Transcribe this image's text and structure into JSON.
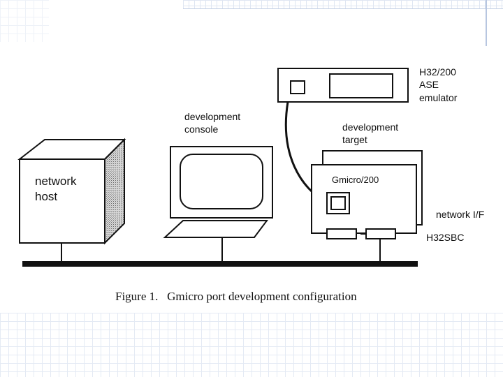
{
  "diagram": {
    "caption": "Figure 1.   Gmicro port development configuration",
    "labels": {
      "network_host": [
        "network",
        "host"
      ],
      "development_console": [
        "development",
        "console"
      ],
      "emulator": [
        "H32/200",
        "ASE",
        "emulator"
      ],
      "development_target": [
        "development",
        "target"
      ],
      "gmicro_chip": "Gmicro/200",
      "network_if": "network I/F",
      "board": "H32SBC"
    }
  }
}
